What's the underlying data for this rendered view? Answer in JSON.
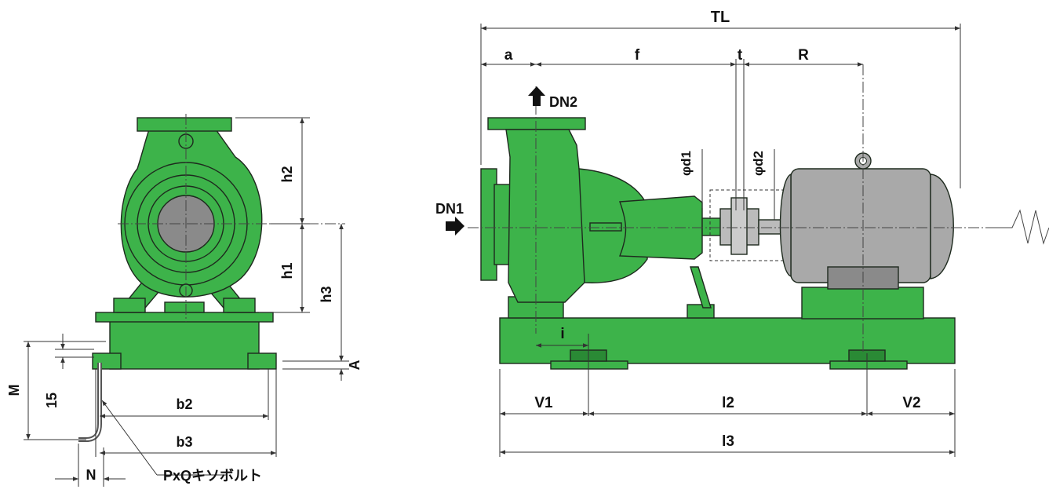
{
  "colors": {
    "pump_green": "#3db34a",
    "pump_green_dark": "#2a8a35",
    "motor_gray": "#a9a9a9",
    "motor_gray_dark": "#8a8a8a",
    "line": "#1e2a1e"
  },
  "front_view": {
    "labels": {
      "h2": "h2",
      "h1": "h1",
      "h3": "h3",
      "A": "A",
      "M": "M",
      "fifteen": "15",
      "N": "N",
      "b2": "b2",
      "b3": "b3",
      "anchor_bolt": "PxQキソボルト"
    }
  },
  "side_view": {
    "labels": {
      "TL": "TL",
      "a": "a",
      "f": "f",
      "t": "t",
      "R": "R",
      "DN2": "DN2",
      "DN1": "DN1",
      "d1": "φd1",
      "d2": "φd2",
      "i": "i",
      "V1": "V1",
      "l2": "l2",
      "V2": "V2",
      "l3": "l3"
    }
  }
}
